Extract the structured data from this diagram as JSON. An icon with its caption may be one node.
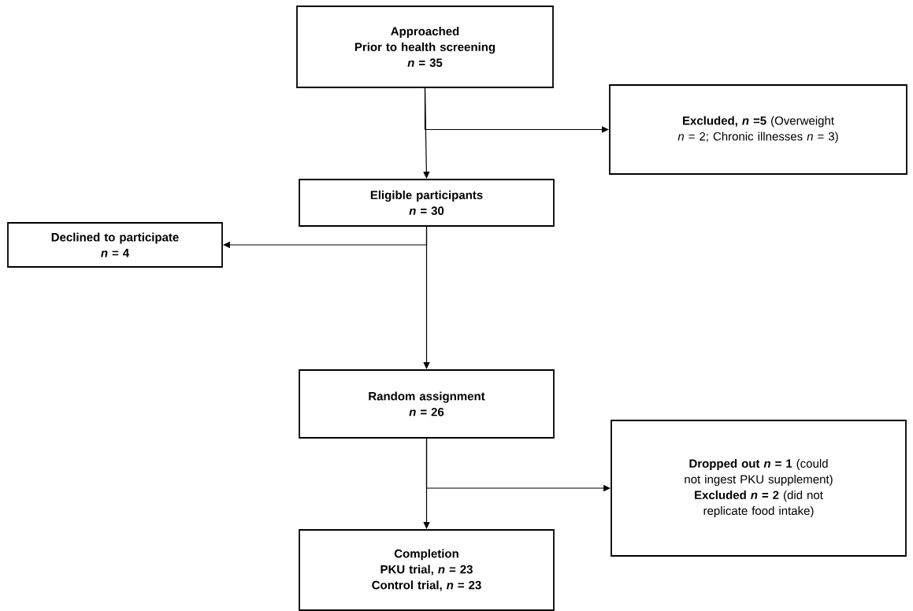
{
  "diagram": {
    "nodes": [
      {
        "text": [
          "Approached",
          "Prior to health screening",
          "*n* = 35"
        ]
      },
      {
        "text": [
          "**Excluded, *n* =5** (Overweight *n* = 2; Chronic illnesses *n* = 3)"
        ]
      },
      {
        "text": [
          "Eligible participants",
          "*n* = 30"
        ]
      },
      {
        "text": [
          "Declined to participate",
          "*n* = 4"
        ]
      },
      {
        "text": [
          "Random assignment",
          "*n* = 26"
        ]
      },
      {
        "text": [
          "**Dropped out *n* = 1** (could not ingest PKU supplement)",
          "**Excluded *n* = 2** (did not replicate food intake)"
        ]
      },
      {
        "text": [
          "Completion",
          "PKU trial, *n* = 23",
          "Control trial, *n* = 23"
        ]
      }
    ],
    "edges": [
      {
        "from": 0,
        "to": 2,
        "arrow": "to"
      },
      {
        "from": 0,
        "to": 1,
        "arrow": "to"
      },
      {
        "from": 2,
        "to": 4,
        "arrow": "to"
      },
      {
        "from": 2,
        "to": 3,
        "arrow": "to"
      },
      {
        "from": 4,
        "to": 6,
        "arrow": "to"
      },
      {
        "from": 4,
        "to": 5,
        "arrow": "to"
      }
    ]
  }
}
